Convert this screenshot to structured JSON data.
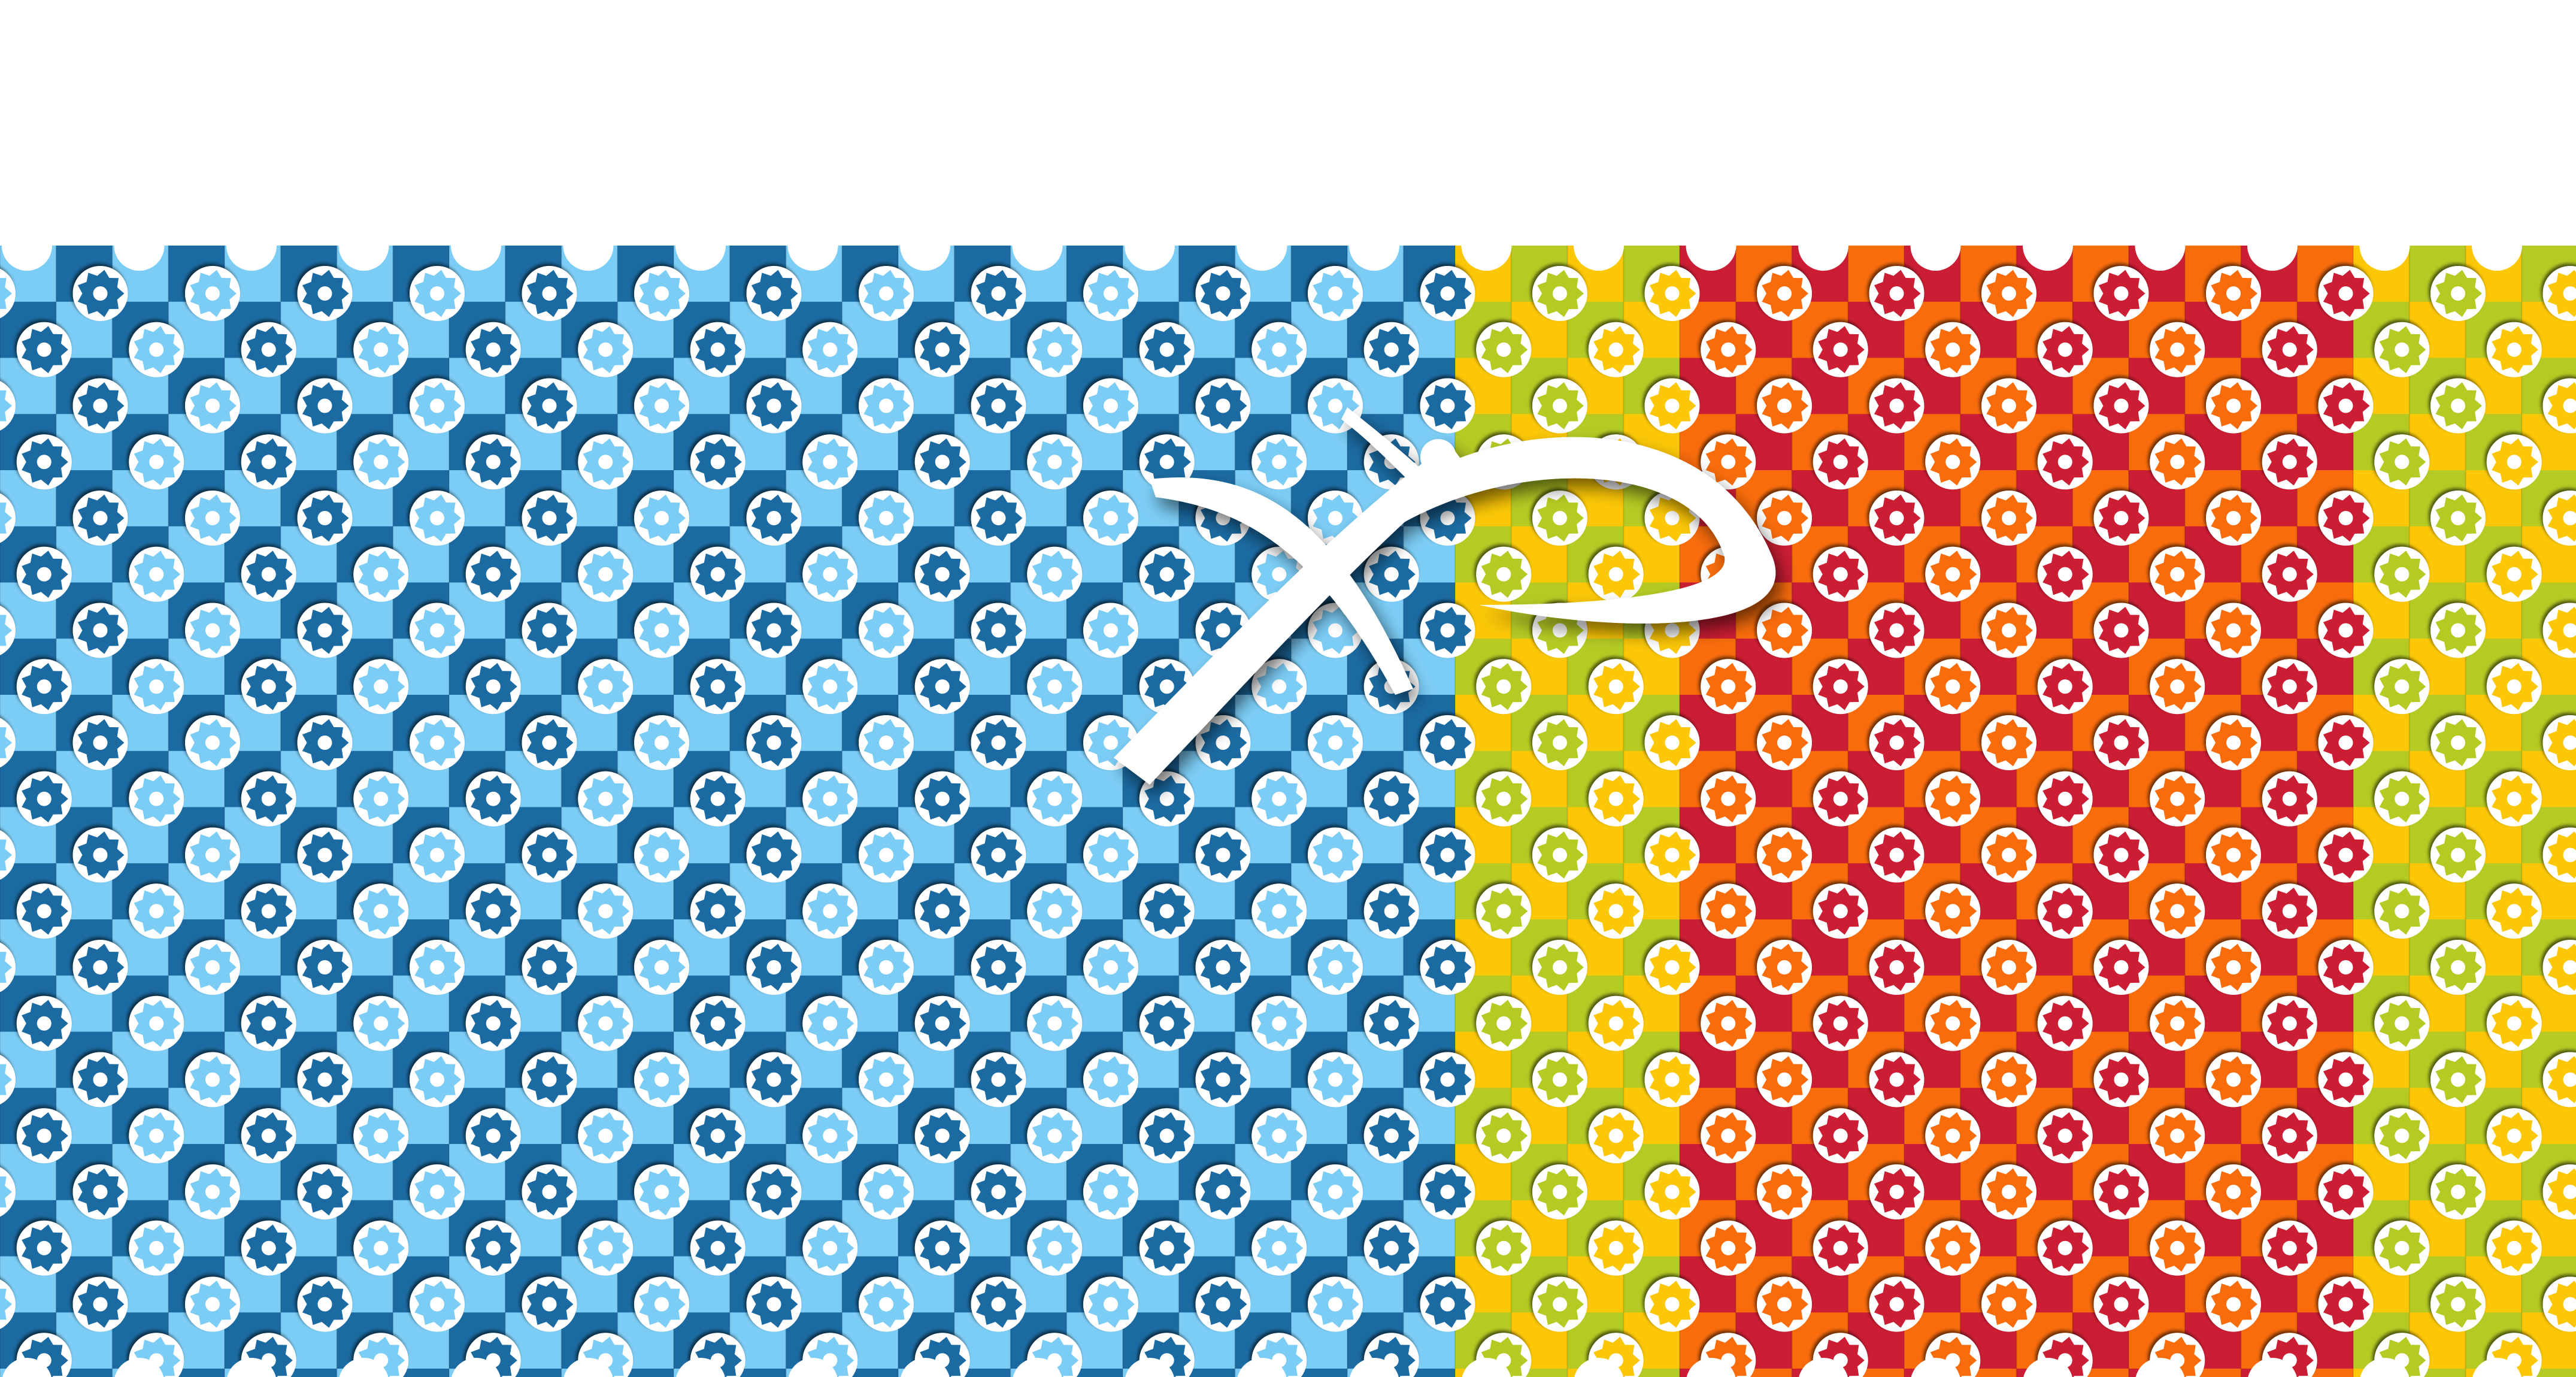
{
  "banner": {
    "palette": {
      "blue_light": "#7ccdf6",
      "blue_dark": "#1b6ba2",
      "lime": "#b5cb24",
      "yellow": "#fbc707",
      "orange": "#f86c0c",
      "red": "#cb1d33",
      "cutout_white": "#ffffff"
    },
    "color_bands": [
      {
        "name": "blue",
        "colors": [
          "#7ccdf6",
          "#1b6ba2"
        ]
      },
      {
        "name": "lime-yellow",
        "colors": [
          "#b5cb24",
          "#fbc707"
        ]
      },
      {
        "name": "orange-red",
        "colors": [
          "#f86c0c",
          "#cb1d33"
        ]
      },
      {
        "name": "lime-yellow",
        "colors": [
          "#b5cb24",
          "#fbc707"
        ]
      }
    ],
    "tile_icon": "gear-icon",
    "edge": "scalloped"
  },
  "logo": {
    "icon": "cross-fish-logo",
    "color": "#ffffff"
  }
}
